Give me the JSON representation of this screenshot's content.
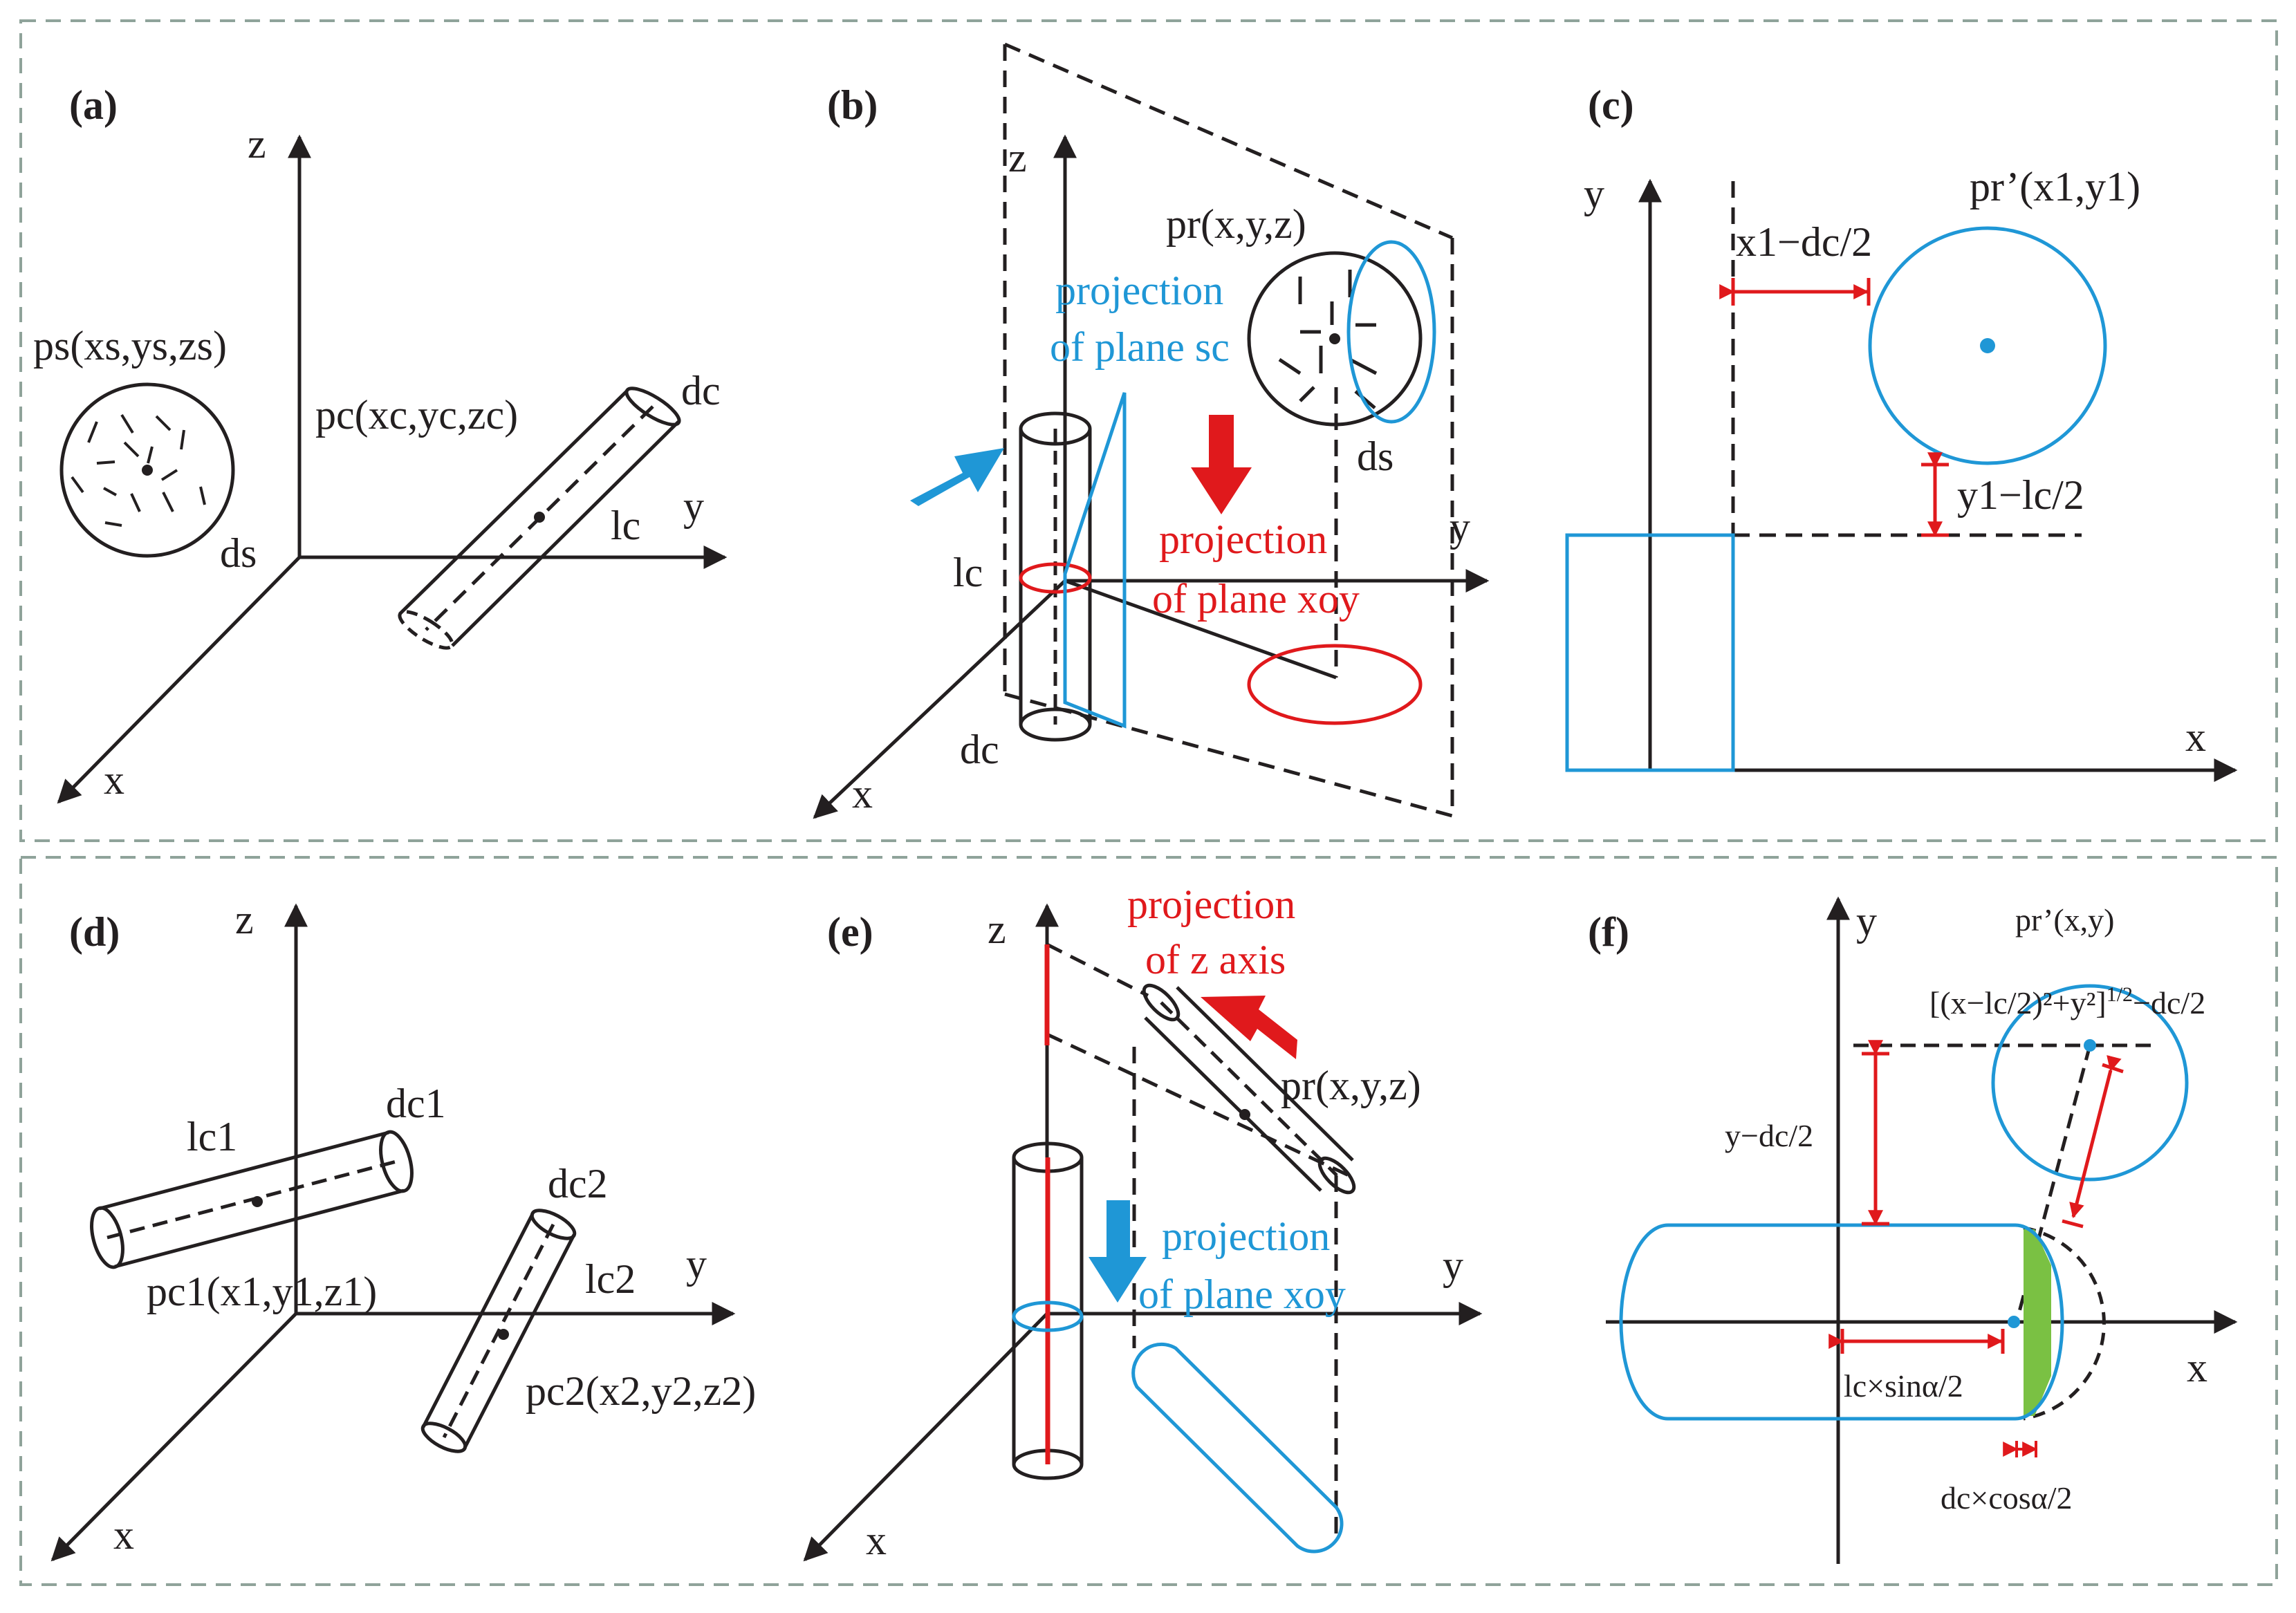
{
  "colors": {
    "black": "#231f20",
    "blue": "#1f97d6",
    "red": "#e0191c",
    "green": "#7ac143",
    "frame": "#8fa39a"
  },
  "panel_a": {
    "tag": "(a)",
    "z": "z",
    "y": "y",
    "x": "x",
    "ps": "ps(xs,ys,zs)",
    "ds": "ds",
    "pc": "pc(xc,yc,zc)",
    "dc": "dc",
    "lc": "lc"
  },
  "panel_b": {
    "tag": "(b)",
    "z": "z",
    "y": "y",
    "x": "x",
    "pr": "pr(x,y,z)",
    "ds": "ds",
    "lc": "lc",
    "dc": "dc",
    "proj_sc_1": "projection",
    "proj_sc_2": "of plane sc",
    "proj_xoy_1": "projection",
    "proj_xoy_2": "of plane xoy"
  },
  "panel_c": {
    "tag": "(c)",
    "y": "y",
    "x": "x",
    "pr": "pr’(x1,y1)",
    "x1": "x1−dc/2",
    "y1": "y1−lc/2"
  },
  "panel_d": {
    "tag": "(d)",
    "z": "z",
    "y": "y",
    "x": "x",
    "lc1": "lc1",
    "dc1": "dc1",
    "pc1": "pc1(x1,y1,z1)",
    "dc2": "dc2",
    "lc2": "lc2",
    "pc2": "pc2(x2,y2,z2)"
  },
  "panel_e": {
    "tag": "(e)",
    "z": "z",
    "y": "y",
    "x": "x",
    "proj_z_1": "projection",
    "proj_z_2": "of z axis",
    "pr": "pr(x,y,z)",
    "proj_xoy_1": "projection",
    "proj_xoy_2": "of plane xoy"
  },
  "panel_f": {
    "tag": "(f)",
    "y": "y",
    "x": "x",
    "pr": "pr’(x,y)",
    "formula": "[(x−lc/2)²+y²]",
    "formula_sup": "1/2",
    "formula_tail": "−dc/2",
    "ydc": "y−dc/2",
    "lcsin": "lc×sinα/2",
    "dccos": "dc×cosα/2"
  }
}
